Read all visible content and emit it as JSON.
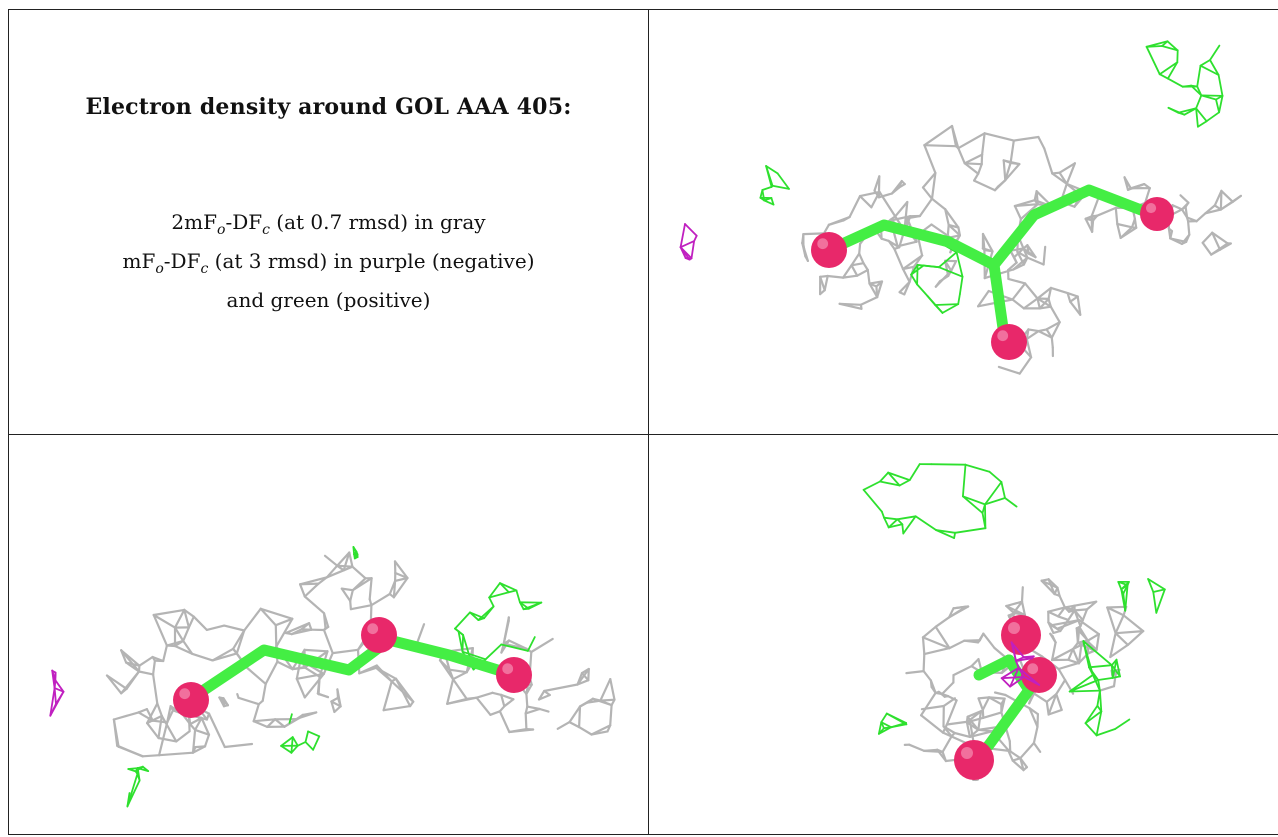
{
  "caption": {
    "title": "Electron density around GOL AAA 405:",
    "line1": {
      "pre": "2mF",
      "sub1": "o",
      "mid": "-DF",
      "sub2": "c",
      "post": " (at 0.7 rmsd) in gray"
    },
    "line2": {
      "pre": "mF",
      "sub1": "o",
      "mid": "-DF",
      "sub2": "c",
      "post": " (at 3 rmsd) in purple (negative)"
    },
    "line3": "and green (positive)"
  },
  "colors": {
    "mesh_2fofc": "#b4b4b4",
    "mesh_positive": "#2ee02e",
    "mesh_negative": "#c020c0",
    "carbon_bonds": "#44ee44",
    "oxygen_atoms": "#e8286a"
  },
  "panels": [
    {
      "name": "view-top-right"
    },
    {
      "name": "view-bottom-left"
    },
    {
      "name": "view-bottom-right"
    }
  ]
}
